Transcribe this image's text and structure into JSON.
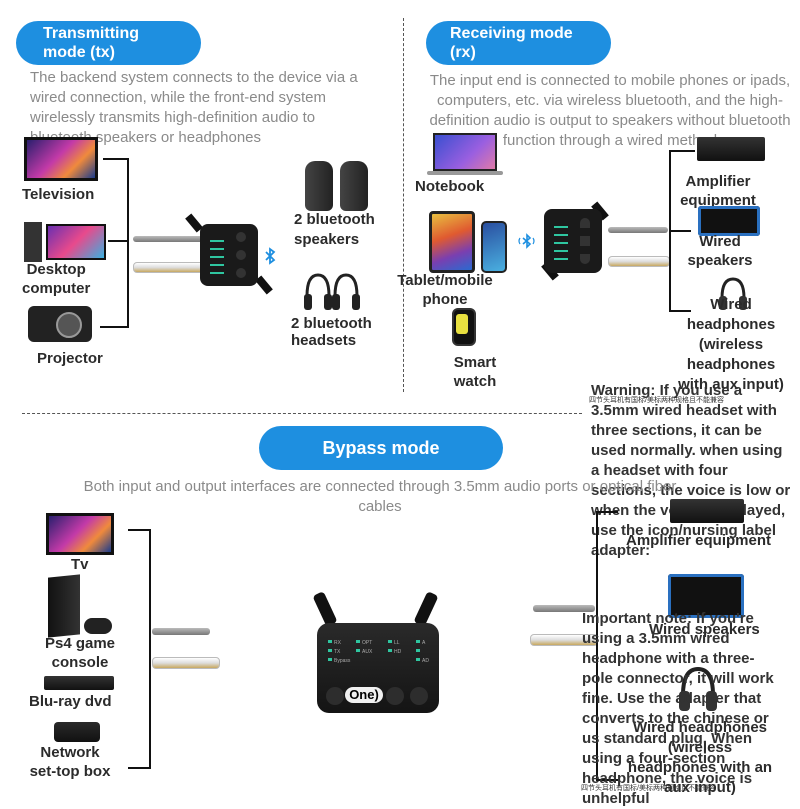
{
  "tx": {
    "title_line1": "Transmitting",
    "title_line2": "mode (tx)",
    "description": "The backend system connects to the device via a wired connection, while the front-end system wirelessly transmits high-definition audio to bluetooth speakers or headphones",
    "sources": [
      "Television",
      "Desktop\ncomputer",
      "Projector"
    ],
    "outputs": [
      "2 bluetooth\nspeakers",
      "2 bluetooth\nheadsets"
    ]
  },
  "rx": {
    "title_line1": "Receiving mode",
    "title_line2": "(rx)",
    "description": "The input end is connected to mobile phones or ipads, computers, etc. via wireless bluetooth, and the high-definition audio is output to speakers without bluetooth function through a wired method",
    "sources": [
      "Notebook",
      "Tablet/mobile\nphone",
      "Smart\nwatch"
    ],
    "outputs": [
      "Amplifier\nequipment",
      "Wired\nspeakers",
      "Wired\nheadphones\n(wireless\nheadphones\nwith aux input)"
    ]
  },
  "bypass": {
    "title": "Bypass mode",
    "description": "Both input and output interfaces are connected through 3.5mm audio ports or optical fiber cables",
    "sources": [
      "Tv",
      "Ps4 game\nconsole",
      "Blu-ray dvd",
      "Network\nset-top box"
    ],
    "outputs": [
      "Amplifier equipment",
      "Wired speakers",
      "Wired headphones\n(wireless\nheadphones with an\naux input)"
    ],
    "device_brand": "One)"
  },
  "warning": {
    "chinese_top": "四节头耳机有国标/美标两种规格且不能兼容",
    "text": "Warning: If you use a 3.5mm wired headset with three sections, it can be used normally. when using a headset with four sections, the voice is low or when the volume is played, use the icon/nursing label adapter:"
  },
  "important": {
    "text": "Important note: If you're using a 3.5mm wired headphone with a three-pole connector, it will work fine. Use the adapter that converts to the chinese or us standard plug. When using a four-section headphone, the voice is unhelpful",
    "chinese_bottom": "四节头耳机有国标/美标两种规格且不能兼容"
  },
  "device_labels": [
    "RX",
    "TX",
    "Bypass",
    "OPT",
    "AUX",
    "LL",
    "HD",
    "A",
    "AD"
  ],
  "colors": {
    "accent": "#1e8fe0",
    "description_gray": "#8a8a8a",
    "bluetooth_blue": "#1e8fe0"
  }
}
